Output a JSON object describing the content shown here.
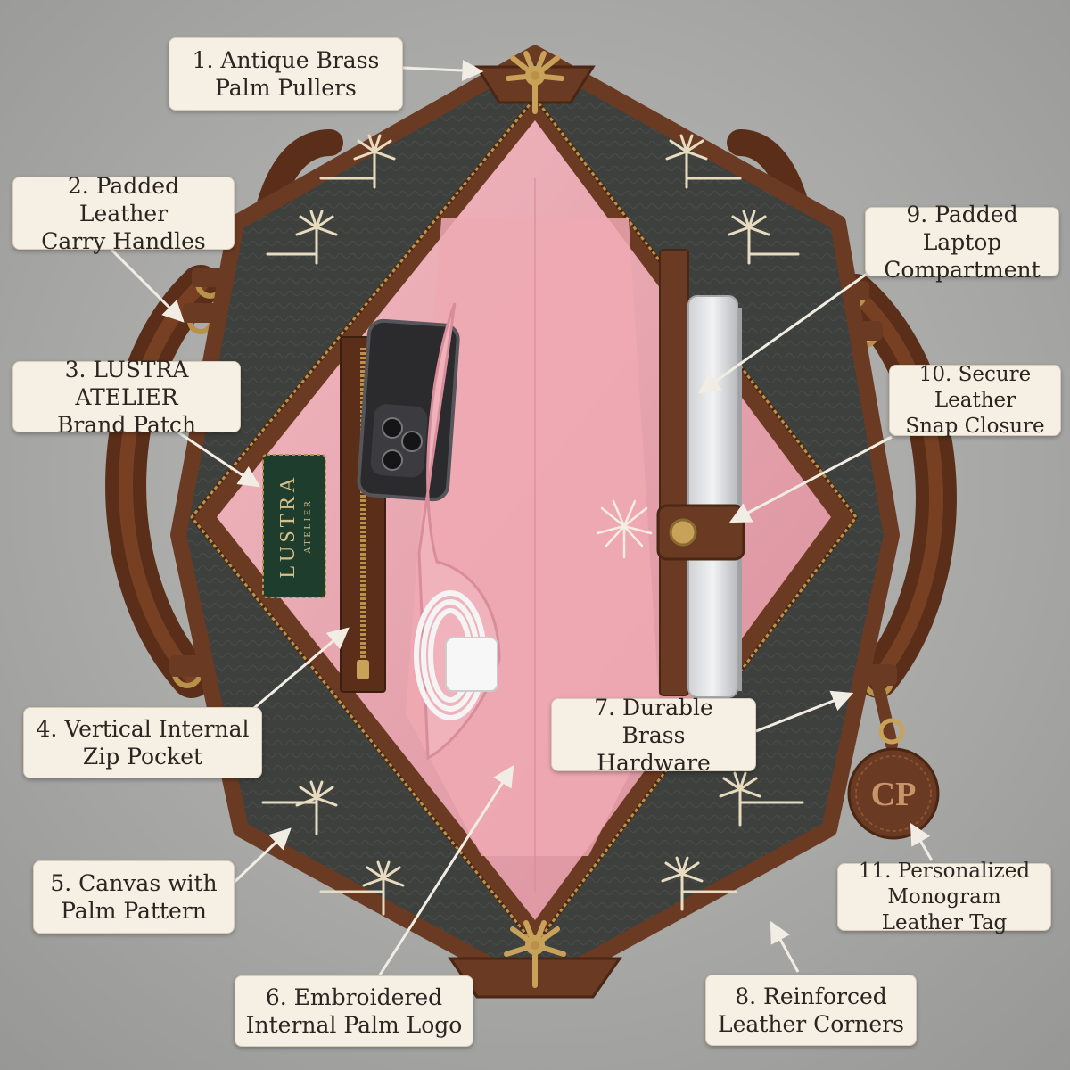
{
  "callouts": [
    {
      "id": "c1",
      "text": "1.  Antique Brass\nPalm Pullers"
    },
    {
      "id": "c2",
      "text": "2. Padded Leather\nCarry Handles"
    },
    {
      "id": "c3",
      "text": "3. LUSTRA ATELIER\nBrand Patch"
    },
    {
      "id": "c4",
      "text": "4.  Vertical Internal\nZip Pocket"
    },
    {
      "id": "c5",
      "text": "5.  Canvas with\nPalm Pattern"
    },
    {
      "id": "c6",
      "text": "6.  Embroidered\nInternal Palm Logo"
    },
    {
      "id": "c7",
      "text": "7.  Durable Brass\nHardware"
    },
    {
      "id": "c8",
      "text": "8.  Reinforced\nLeather Corners"
    },
    {
      "id": "c9",
      "text": "9.  Padded Laptop\nCompartment"
    },
    {
      "id": "c10",
      "text": "10. Secure Leather\nSnap Closure"
    },
    {
      "id": "c11",
      "text": "11. Personalized\nMonogram Leather Tag"
    }
  ],
  "brand_patch": {
    "line1": "LUSTRA",
    "line2": "ATELIER"
  },
  "monogram": "CP",
  "colors": {
    "canvas": "#3f423f",
    "leather": "#6b3a22",
    "lining": "#e8a3ad",
    "brass": "#b8924a",
    "patch": "#1f3d2c"
  }
}
